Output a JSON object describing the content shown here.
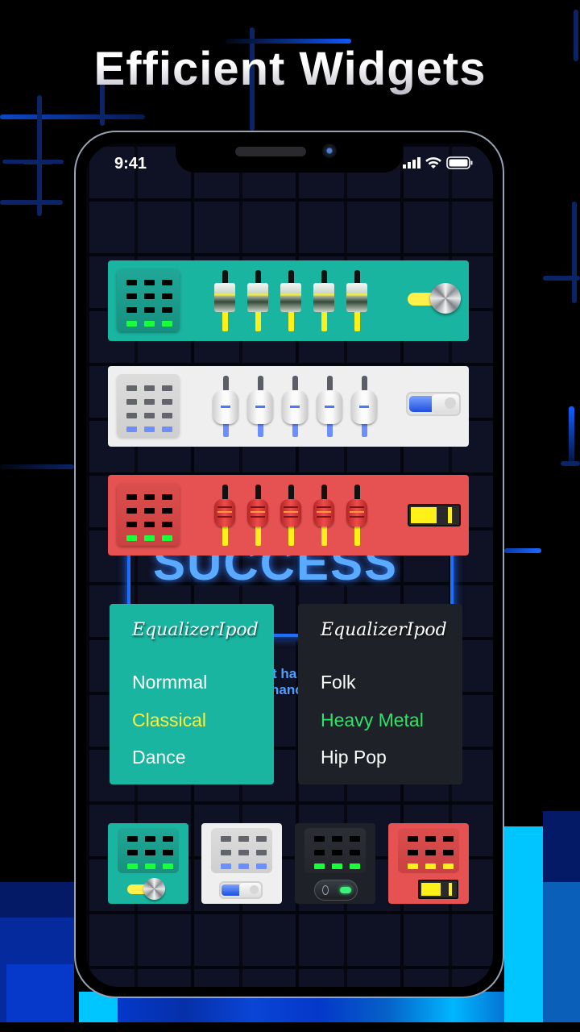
{
  "headline": "Efficient Widgets",
  "status_bar": {
    "time": "9:41",
    "icons": [
      "signal-icon",
      "wifi-icon",
      "battery-icon"
    ]
  },
  "wallpaper": {
    "sign_text": "SUCCESS",
    "sign_partial_line1": "t ha",
    "sign_partial_line2": "hanc"
  },
  "colors": {
    "teal": "#19b5a0",
    "white": "#efefef",
    "red": "#e65252",
    "dark": "#1f2128",
    "yellow": "#fff01a",
    "green": "#19ff3a",
    "blue": "#6b8fff"
  },
  "widgets_large": [
    {
      "theme": "teal",
      "sliders": 5,
      "toggle": "knob-toggle",
      "led_color": "green"
    },
    {
      "theme": "white",
      "sliders": 5,
      "toggle": "blue-switch",
      "led_color": "blue"
    },
    {
      "theme": "red",
      "sliders": 5,
      "toggle": "yellow-switch",
      "led_color": "green"
    }
  ],
  "preset_lists": [
    {
      "theme": "teal",
      "title": "EqualizerIpod",
      "items": [
        {
          "label": "Normmal",
          "color": "#ffffff"
        },
        {
          "label": "Classical",
          "color": "#ffef3a"
        },
        {
          "label": "Dance",
          "color": "#ffffff"
        }
      ]
    },
    {
      "theme": "dark",
      "title": "EqualizerIpod",
      "items": [
        {
          "label": "Folk",
          "color": "#ffffff"
        },
        {
          "label": "Heavy Metal",
          "color": "#2fe26a"
        },
        {
          "label": "Hip Pop",
          "color": "#ffffff"
        }
      ]
    }
  ],
  "widgets_small": [
    {
      "theme": "teal",
      "toggle": "knob-toggle",
      "led_color": "green"
    },
    {
      "theme": "white",
      "toggle": "blue-switch",
      "led_color": "blue"
    },
    {
      "theme": "dark",
      "toggle": "green-switch",
      "led_color": "green"
    },
    {
      "theme": "red",
      "toggle": "yellow-switch",
      "led_color": "yellow"
    }
  ]
}
